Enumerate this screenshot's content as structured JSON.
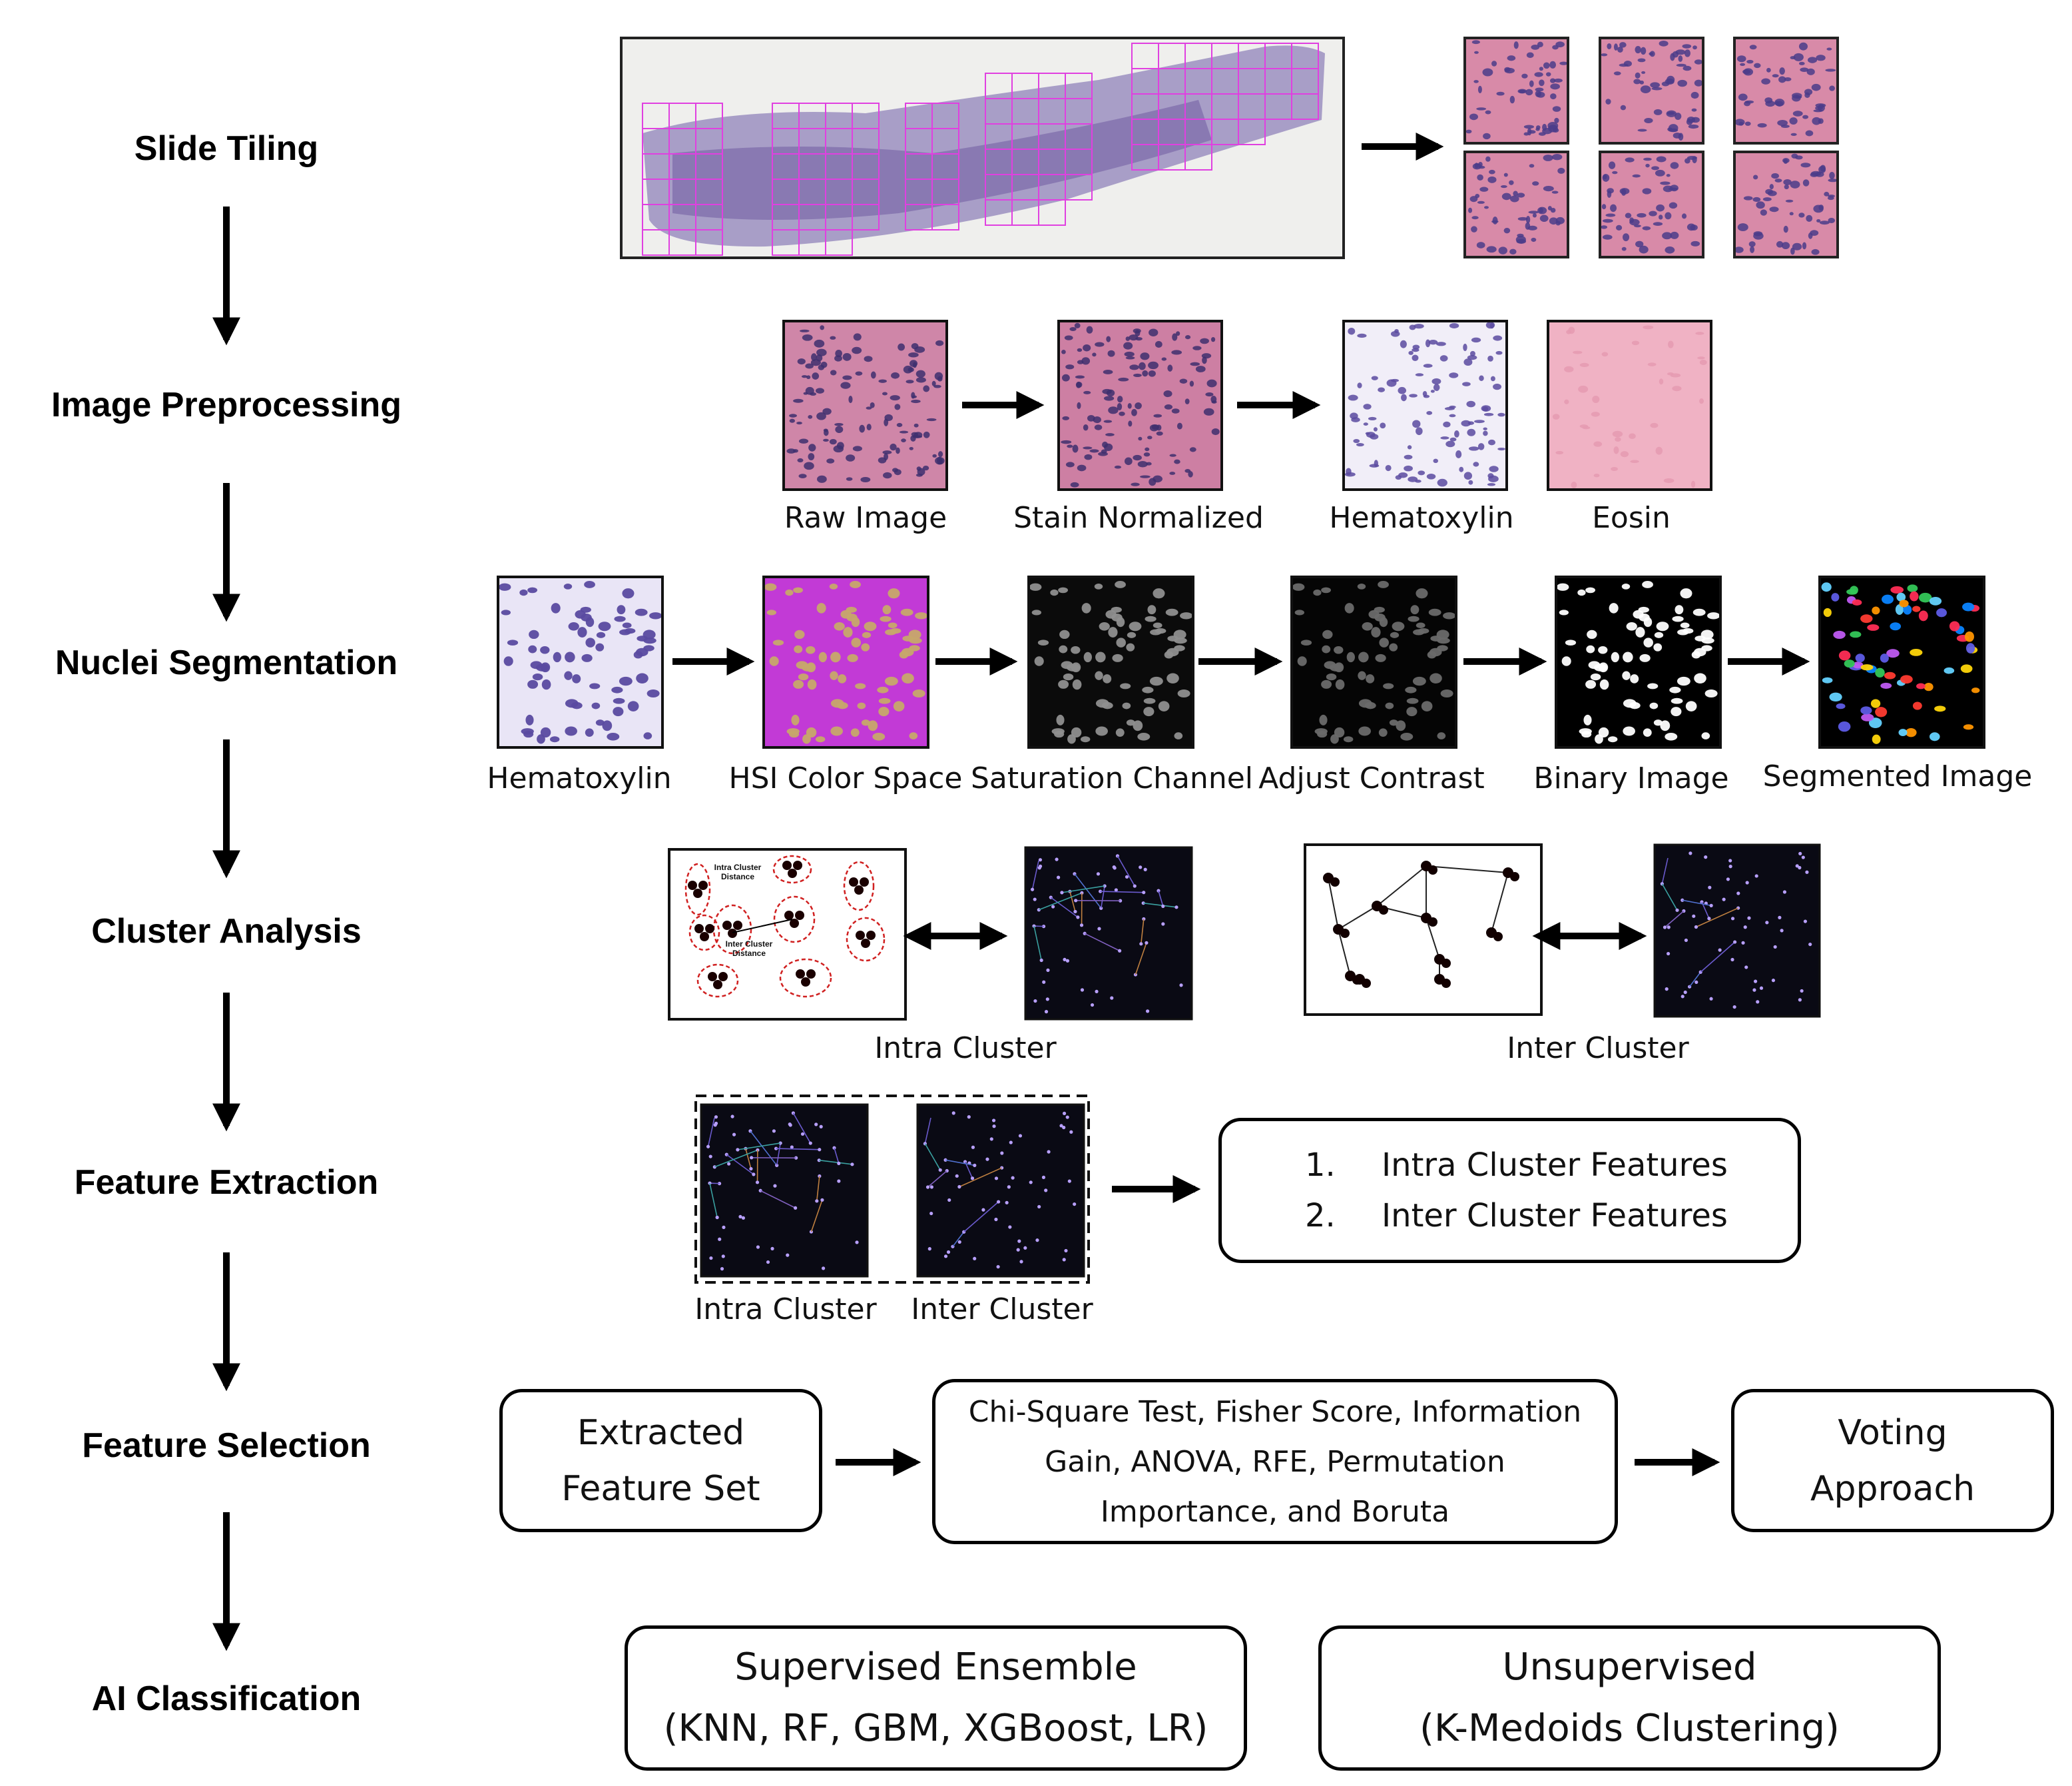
{
  "steps": [
    "Slide Tiling",
    "Image Preprocessing",
    "Nuclei Segmentation",
    "Cluster Analysis",
    "Feature Extraction",
    "Feature Selection",
    "AI Classification"
  ],
  "preprocessing_captions": [
    "Raw Image",
    "Stain Normalized",
    "Hematoxylin",
    "Eosin"
  ],
  "segmentation_captions": [
    "Hematoxylin",
    "HSI Color Space",
    "Saturation Channel",
    "Adjust Contrast",
    "Binary Image",
    "Segmented Image"
  ],
  "cluster": {
    "intra_caption": "Intra Cluster",
    "inter_caption": "Inter Cluster",
    "schematic_intra_label": "Intra Cluster Distance",
    "schematic_inter_label": "Inter Cluster Distance"
  },
  "extraction": {
    "intra_caption": "Intra Cluster",
    "inter_caption": "Inter Cluster",
    "features": [
      {
        "num": "1.",
        "text": "Intra Cluster Features"
      },
      {
        "num": "2.",
        "text": "Inter Cluster Features"
      }
    ]
  },
  "selection": {
    "extracted": [
      "Extracted",
      "Feature Set"
    ],
    "methods": [
      "Chi-Square Test, Fisher Score, Information",
      "Gain, ANOVA, RFE, Permutation",
      "Importance, and Boruta"
    ],
    "voting": [
      "Voting",
      "Approach"
    ]
  },
  "classification": {
    "supervised": [
      "Supervised Ensemble",
      "(KNN, RF, GBM, XGBoost, LR)"
    ],
    "unsupervised": [
      "Unsupervised",
      "(K-Medoids Clustering)"
    ]
  },
  "colors": {
    "tile_grid": "#e040e0",
    "he_pink": "#d890b0",
    "hema_purple": "#5a4aa0",
    "hsi_magenta": "#c23ad6",
    "cluster_bg": "#0a0a14"
  }
}
